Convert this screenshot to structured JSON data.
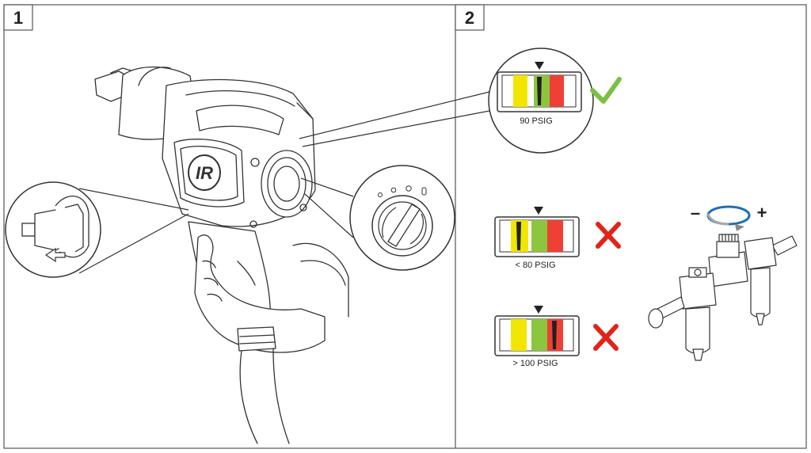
{
  "panels": [
    {
      "number": "1"
    },
    {
      "number": "2"
    }
  ],
  "gauges": [
    {
      "label": "90 PSIG",
      "result": "ok",
      "needle_zone": "boundary-yellow-green"
    },
    {
      "label": "< 80 PSIG",
      "result": "not-ok",
      "needle_zone": "yellow"
    },
    {
      "label": "> 100 PSIG",
      "result": "not-ok",
      "needle_zone": "red"
    }
  ],
  "regulator": {
    "minus_label": "–",
    "plus_label": "+"
  },
  "colors": {
    "yellow": "#f2e600",
    "green": "#8cc63f",
    "red": "#ee4035",
    "check": "#7ac143",
    "cross": "#e2231a",
    "line": "#333333"
  },
  "icons": [
    "check-icon",
    "cross-icon",
    "rotate-arrow-icon",
    "push-arrow-icon",
    "ingersoll-rand-logo"
  ]
}
